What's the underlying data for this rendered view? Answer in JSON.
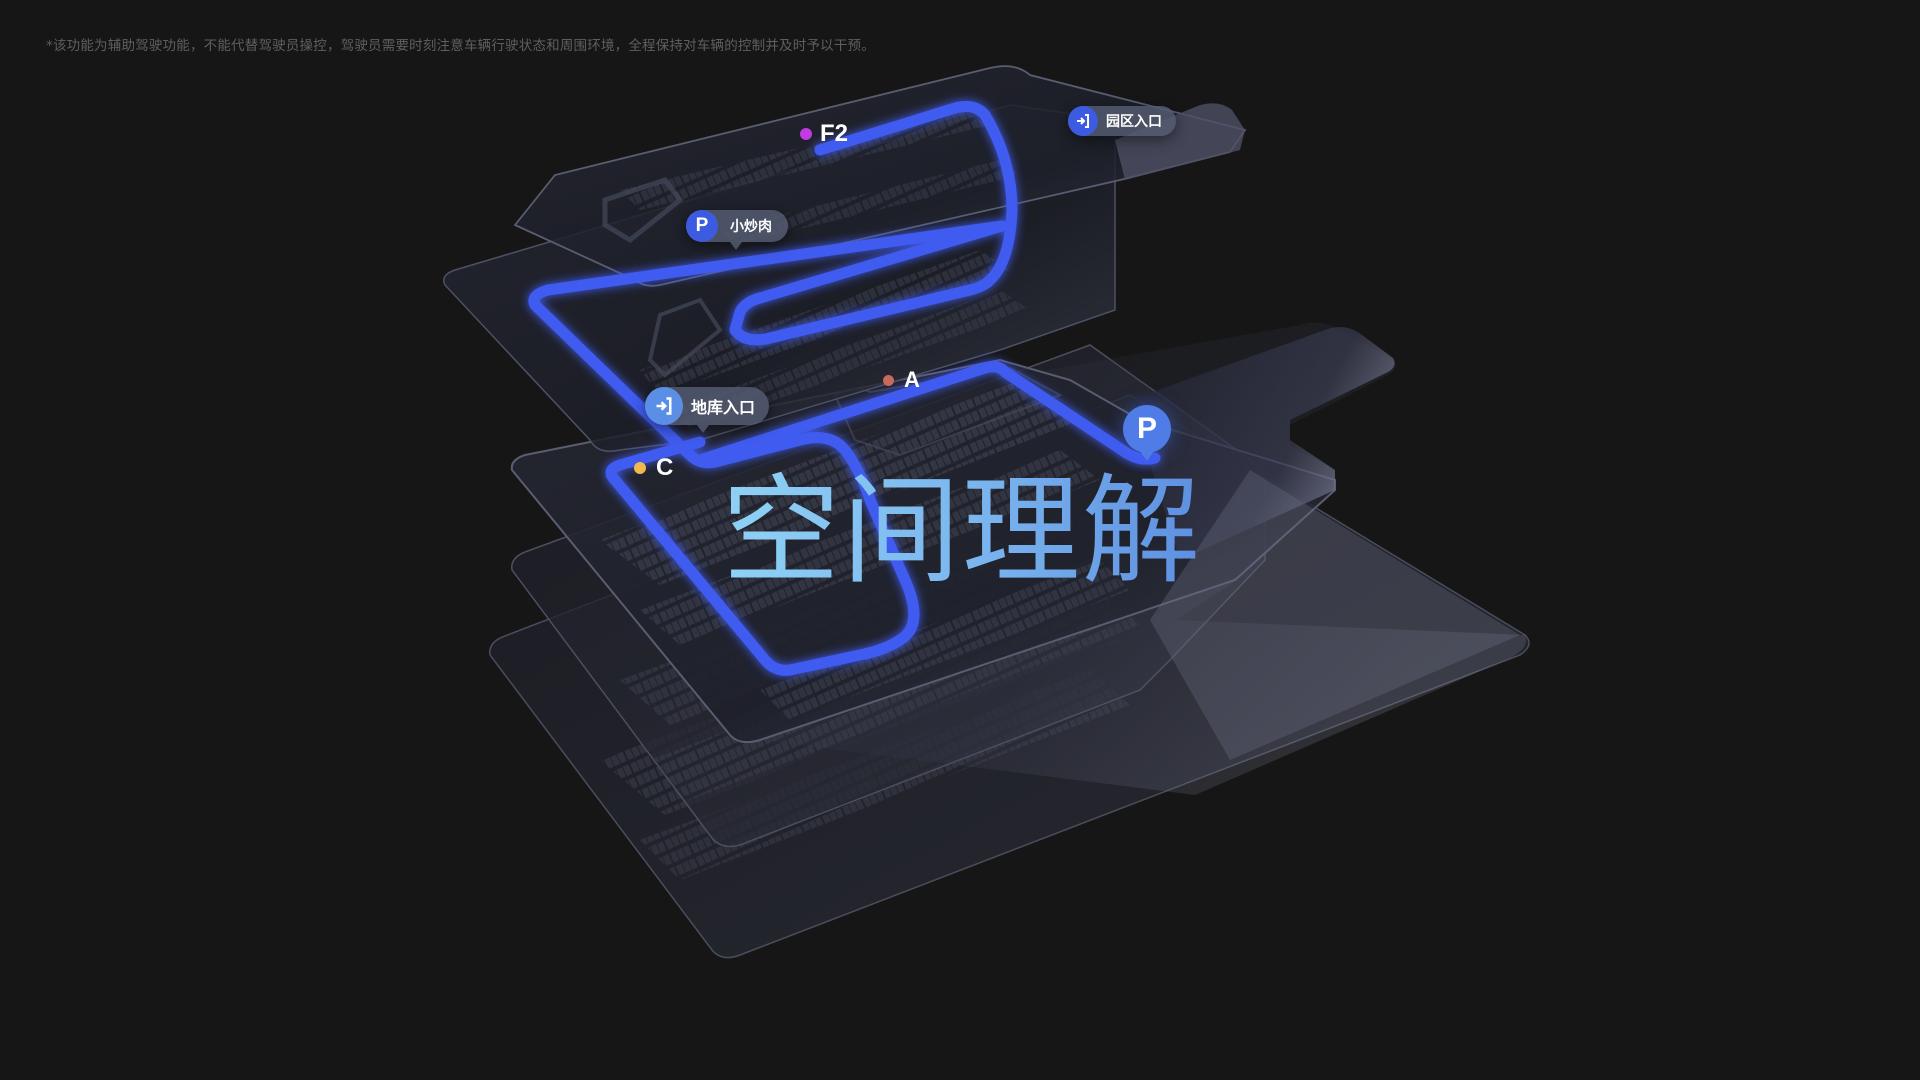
{
  "disclaimer": "*该功能为辅助驾驶功能，不能代替驾驶员操控，驾驶员需要时刻注意车辆行驶状态和周围环境，全程保持对车辆的控制并及时予以干预。",
  "title": "空间理解",
  "colors": {
    "background": "#161616",
    "route": "#3f5cf0",
    "title_start": "#8fd2f5",
    "title_end": "#5d8fe0",
    "pin": "#4f7ce6",
    "pill_bg": "#545a70"
  },
  "markers": {
    "floor": {
      "label": "F2",
      "dot_color": "#c23be0"
    },
    "point_a": {
      "label": "A",
      "dot_color": "#c76a5c"
    },
    "point_c": {
      "label": "C",
      "dot_color": "#f2b84b"
    }
  },
  "pills": {
    "park_entrance": {
      "label": "园区入口",
      "icon": "entrance-icon",
      "icon_color": "#3d5be0"
    },
    "restaurant": {
      "label": "小炒肉",
      "icon": "parking-icon",
      "icon_glyph": "P",
      "icon_color": "#3d5be0"
    },
    "garage_entrance": {
      "label": "地库入口",
      "icon": "entrance-icon",
      "icon_color": "#5b8fe6"
    }
  },
  "pin": {
    "glyph": "P",
    "icon": "parking-pin-icon"
  }
}
